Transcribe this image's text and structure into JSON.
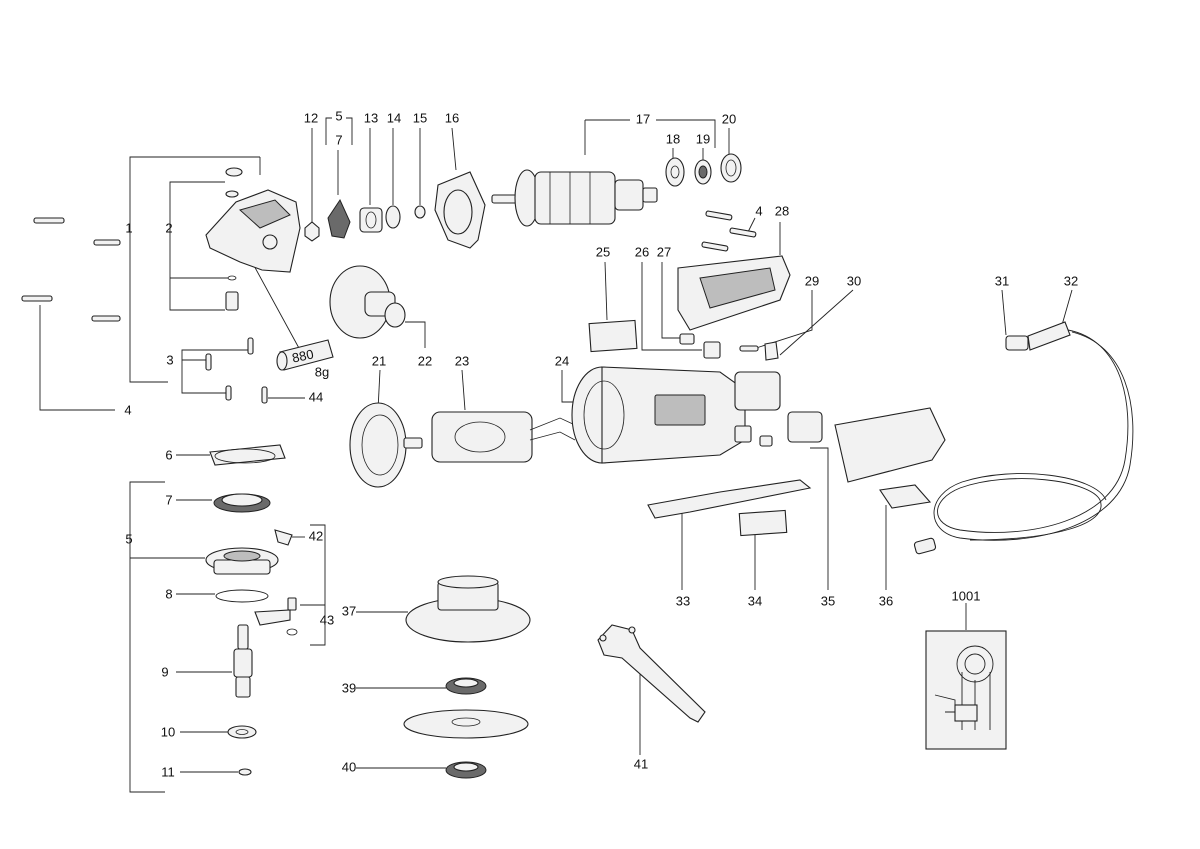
{
  "labels": {
    "l12": "12",
    "l5a": "5",
    "l7a": "7",
    "l13": "13",
    "l14": "14",
    "l15": "15",
    "l16": "16",
    "l17": "17",
    "l18": "18",
    "l19": "19",
    "l20": "20",
    "l1": "1",
    "l2": "2",
    "l3": "3",
    "l4a": "4",
    "l44": "44",
    "l8g": "8g",
    "tube": "880",
    "l4b": "4",
    "l28": "28",
    "l25": "25",
    "l26": "26",
    "l27": "27",
    "l29": "29",
    "l30": "30",
    "l31": "31",
    "l32": "32",
    "l21": "21",
    "l22": "22",
    "l23": "23",
    "l24": "24",
    "l6": "6",
    "l7b": "7",
    "l5b": "5",
    "l42": "42",
    "l8": "8",
    "l43": "43",
    "l9": "9",
    "l10": "10",
    "l11": "11",
    "l37": "37",
    "l39": "39",
    "l40": "40",
    "l41": "41",
    "l33": "33",
    "l34": "34",
    "l35": "35",
    "l36": "36",
    "l1001": "1001"
  },
  "colors": {
    "line": "#222222",
    "part_fill": "#f2f2f2",
    "part_dark": "#6a6a6a"
  }
}
